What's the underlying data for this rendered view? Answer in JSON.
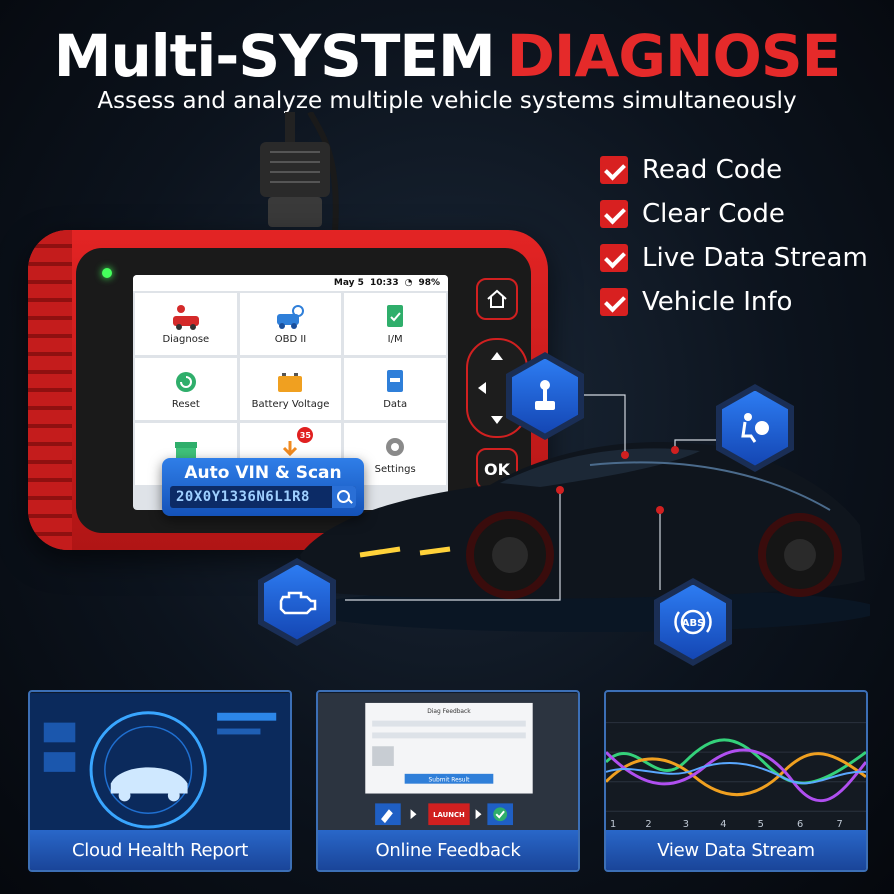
{
  "header": {
    "title_white": "Multi-SYSTEM",
    "title_red": "DIAGNOSE",
    "subtitle": "Assess and analyze multiple vehicle systems simultaneously"
  },
  "features": [
    {
      "label": "Read Code"
    },
    {
      "label": "Clear Code"
    },
    {
      "label": "Live Data Stream"
    },
    {
      "label": "Vehicle Info"
    }
  ],
  "device": {
    "status": {
      "date": "May 5",
      "time": "10:33",
      "battery": "98%"
    },
    "tiles": [
      {
        "label": "Diagnose",
        "icon": "car-repair-icon"
      },
      {
        "label": "OBD II",
        "icon": "car-search-icon"
      },
      {
        "label": "I/M",
        "icon": "inspection-icon"
      },
      {
        "label": "Reset",
        "icon": "reset-icon"
      },
      {
        "label": "Battery Voltage",
        "icon": "battery-icon"
      },
      {
        "label": "Data",
        "icon": "data-icon"
      },
      {
        "label": "",
        "icon": "shop-icon"
      },
      {
        "label": "",
        "icon": "download-icon",
        "badge": "35"
      },
      {
        "label": "Settings",
        "icon": "gear-icon"
      }
    ],
    "keys": {
      "ok": "OK"
    }
  },
  "vin": {
    "title": "Auto VIN & Scan",
    "code": "20X0Y1336N6L1R8"
  },
  "badges": [
    {
      "icon": "gear-shift-icon"
    },
    {
      "icon": "airbag-icon"
    },
    {
      "icon": "engine-icon"
    },
    {
      "icon": "abs-icon",
      "text": "ABS"
    }
  ],
  "cards": [
    {
      "caption": "Cloud Health Report"
    },
    {
      "caption": "Online Feedback",
      "screen_title": "Diag Feedback",
      "button": "Submit Result",
      "logo": "LAUNCH"
    },
    {
      "caption": "View Data Stream",
      "ticks": [
        "1",
        "2",
        "3",
        "4",
        "5",
        "6",
        "7"
      ]
    }
  ],
  "colors": {
    "accent_red": "#e52a2a",
    "accent_blue": "#2967c9"
  }
}
